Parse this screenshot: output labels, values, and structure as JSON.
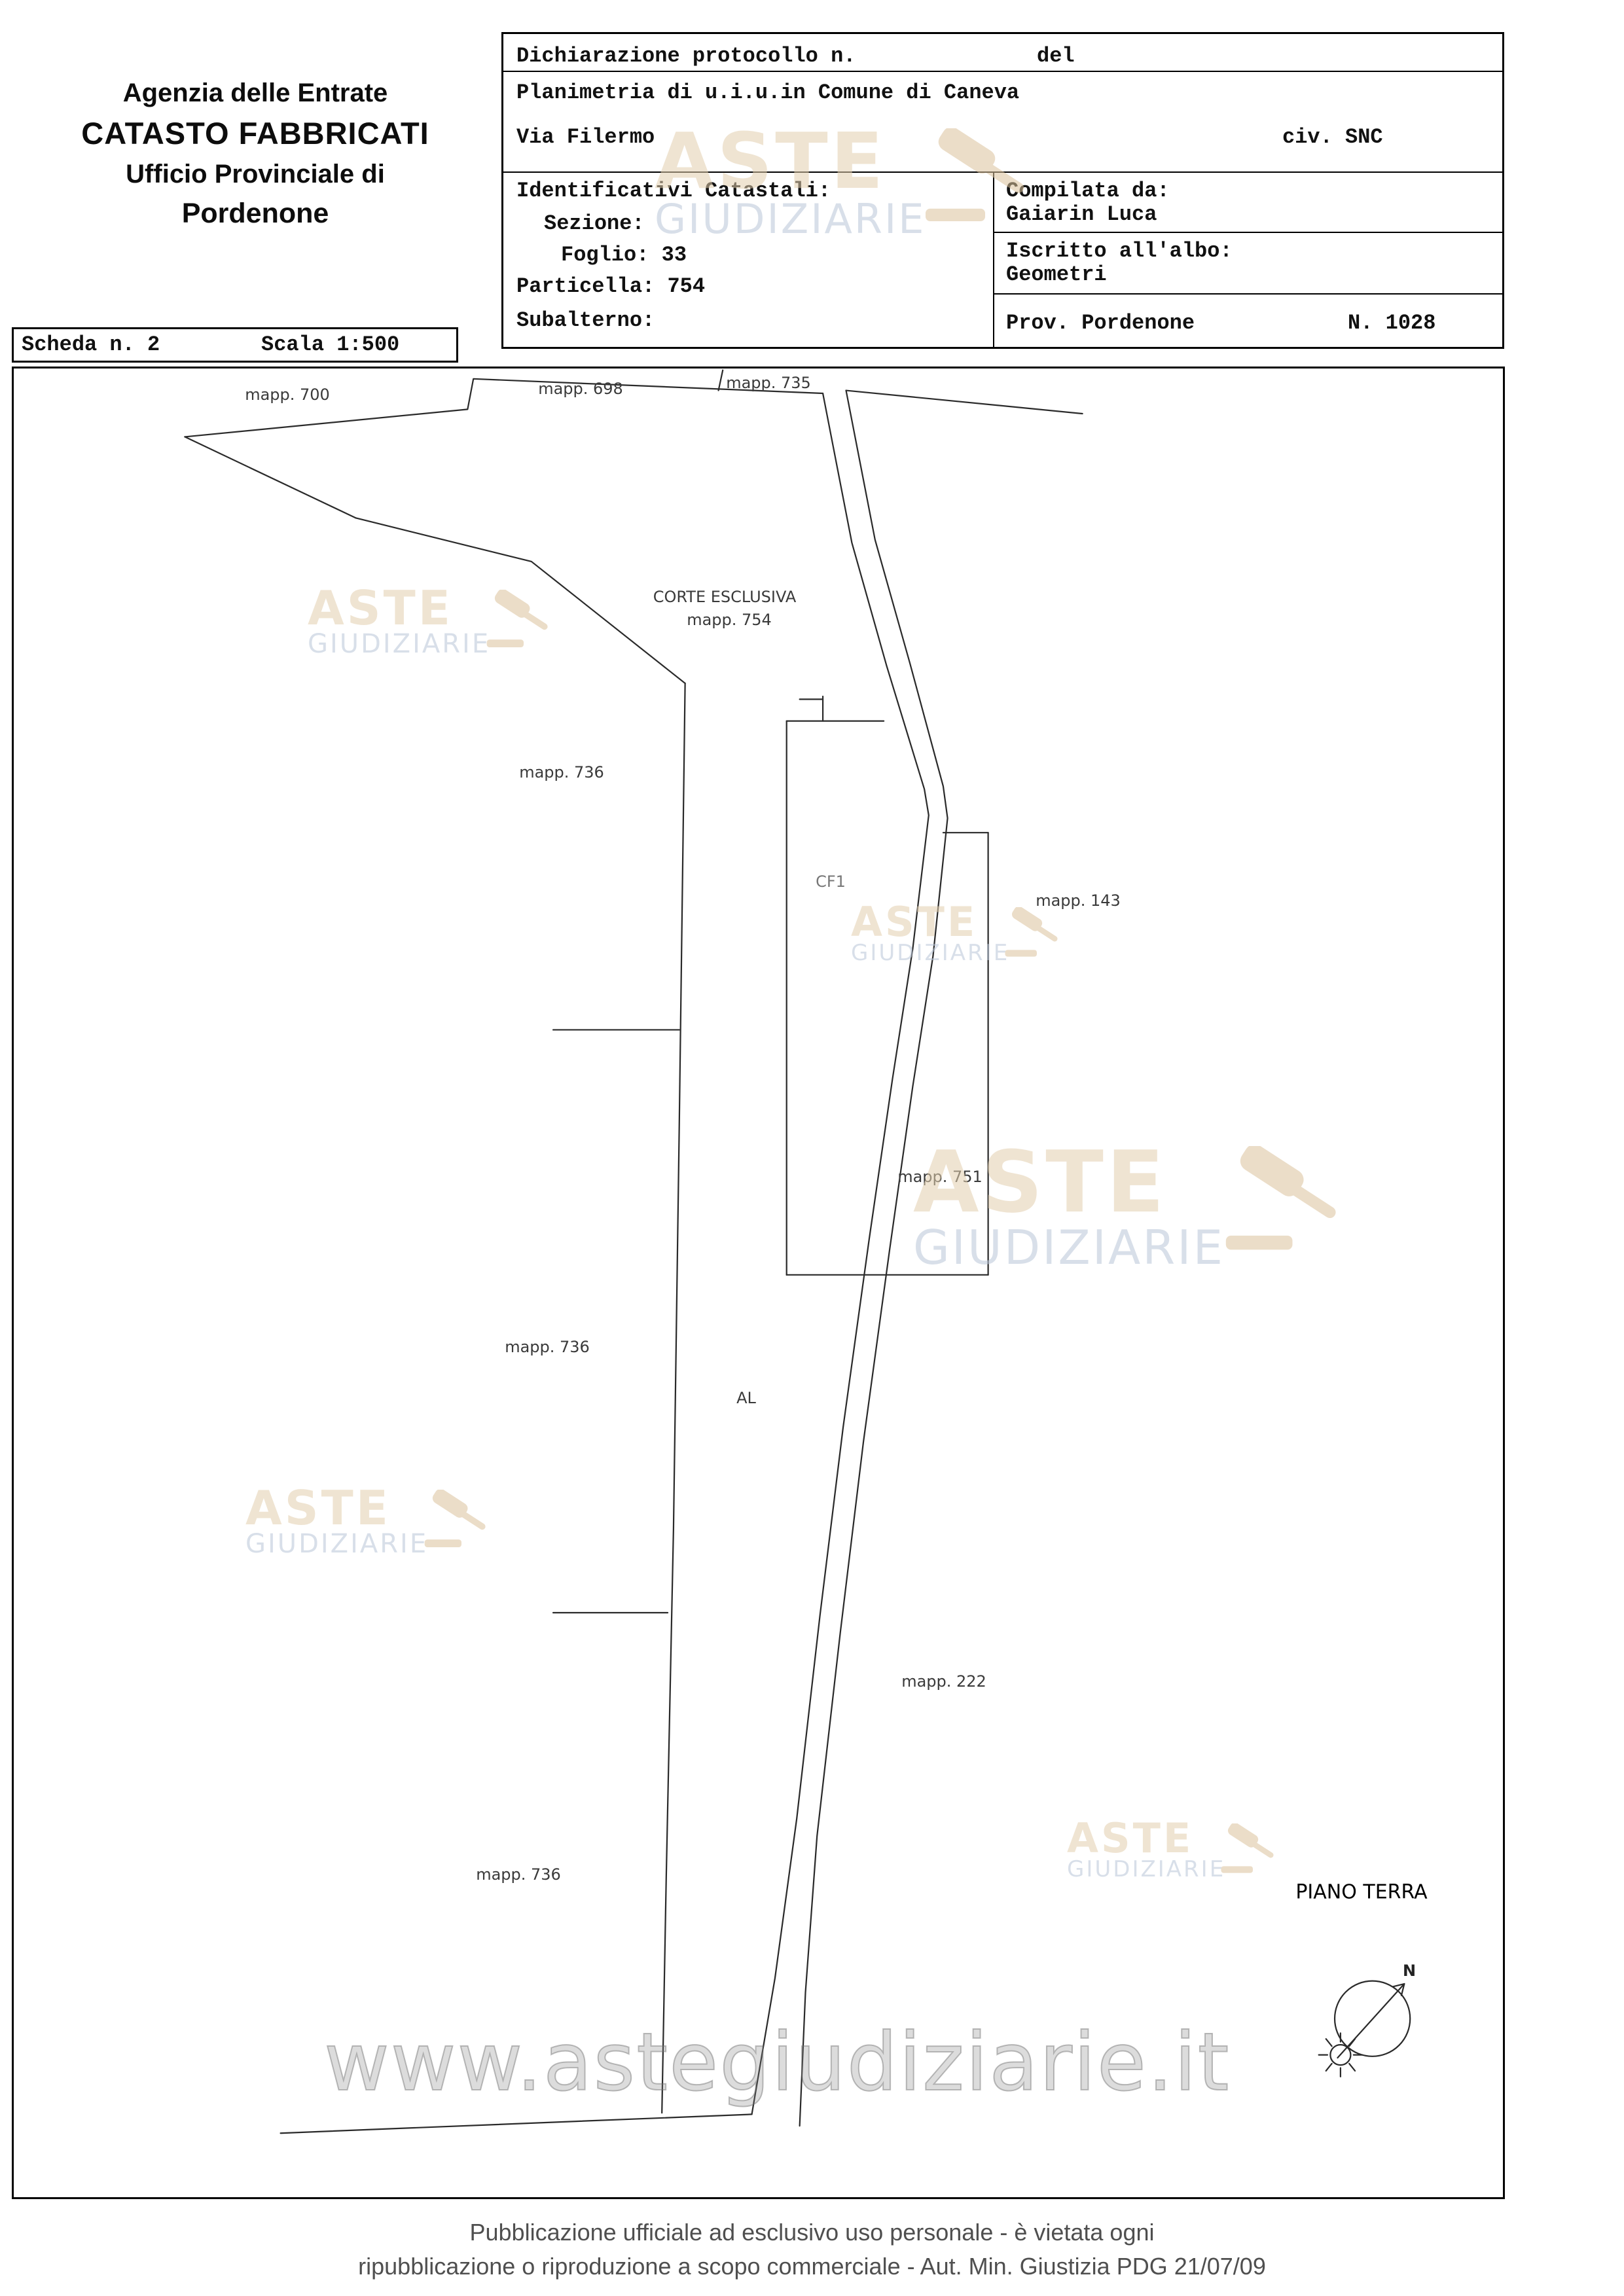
{
  "header": {
    "agency_line1": "Agenzia delle Entrate",
    "agency_line2": "CATASTO FABBRICATI",
    "agency_line3": "Ufficio Provinciale di",
    "agency_line4": "Pordenone"
  },
  "declaration": {
    "protocol_label": "Dichiarazione protocollo n.",
    "del_label": "del",
    "planimetria": "Planimetria di u.i.u.in Comune di Caneva",
    "street": "Via Filermo",
    "civ": "civ. SNC",
    "identificativi_title": "Identificativi Catastali:",
    "sezione": "Sezione:",
    "foglio": "Foglio: 33",
    "particella": "Particella: 754",
    "subalterno": "Subalterno:",
    "compilata_da": "Compilata da:",
    "compilata_nome": "Gaiarin Luca",
    "albo_label": "Iscritto all'albo:",
    "albo_value": "Geometri",
    "prov": "Prov. Pordenone",
    "numero": "N. 1028"
  },
  "scheda": {
    "scheda_label": "Scheda n. 2",
    "scala_label": "Scala 1:500"
  },
  "map": {
    "labels": {
      "mapp_700": "mapp. 700",
      "mapp_698": "mapp. 698",
      "mapp_735": "mapp. 735",
      "corte_esclusiva": "CORTE ESCLUSIVA",
      "mapp_754": "mapp. 754",
      "mapp_736_a": "mapp. 736",
      "cf1": "CF1",
      "mapp_143": "mapp. 143",
      "mapp_751": "mapp. 751",
      "mapp_736_b": "mapp. 736",
      "al": "AL",
      "mapp_222": "mapp. 222",
      "mapp_736_c": "mapp. 736",
      "piano_terra": "PIANO TERRA",
      "north": "N"
    }
  },
  "watermark": {
    "aste": "ASTE",
    "giudiziarie": "GIUDIZIARIE",
    "url": "www.astegiudiziarie.it"
  },
  "footer": {
    "line1": "Pubblicazione ufficiale ad esclusivo uso personale - è vietata ogni",
    "line2": "ripubblicazione o riproduzione a scopo commerciale - Aut. Min. Giustizia PDG 21/07/09",
    "dash": "-"
  }
}
